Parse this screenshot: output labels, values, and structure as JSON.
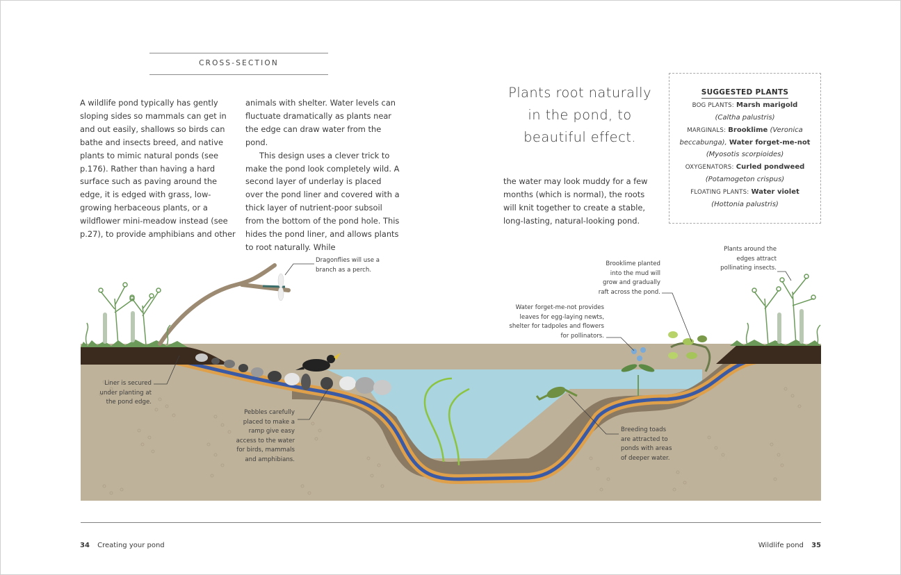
{
  "section_heading": "CROSS-SECTION",
  "body_left": {
    "col1": "A wildlife pond typically has gently sloping sides so mammals can get in and out easily, shallows so birds can bathe and insects breed, and native plants to mimic natural ponds (see p.176). Rather than having a hard surface such as paving around the edge, it is edged with grass, low-growing herbaceous plants, or a wildflower mini-meadow instead (see p.27), to provide amphibians and other",
    "col2_p1": "animals with shelter. Water levels can fluctuate dramatically as plants near the edge can draw water from the pond.",
    "col2_p2": "This design uses a clever trick to make the pond look completely wild. A second layer of underlay is placed over the pond liner and covered with a thick layer of nutrient-poor subsoil from the bottom of the pond hole. This hides the pond liner, and allows plants to root naturally. While"
  },
  "body_right": {
    "col3": "the water may look muddy for a few months (which is normal), the roots will knit together to create a stable, long-lasting, natural-looking pond."
  },
  "pull_quote": {
    "line1": "Plants root naturally",
    "line2": "in the pond, to",
    "line3": "beautiful effect."
  },
  "suggested_plants": {
    "title": "SUGGESTED PLANTS",
    "bog": {
      "category": "BOG PLANTS:",
      "name": "Marsh marigold",
      "latin": "(Caltha palustris)"
    },
    "marginals": {
      "category": "MARGINALS:",
      "name1": "Brooklime",
      "latin1a": "(Veronica",
      "latin1b": "beccabunga),",
      "name2": "Water forget-me-not",
      "latin2": "(Myosotis scorpioides)"
    },
    "oxygenators": {
      "category": "OXYGENATORS:",
      "name": "Curled pondweed",
      "latin": "(Potamogeton crispus)"
    },
    "floating": {
      "category": "FLOATING PLANTS:",
      "name": "Water violet",
      "latin": "(Hottonia palustris)"
    }
  },
  "callouts": {
    "dragonflies": [
      "Dragonflies will use a",
      "branch as a perch."
    ],
    "liner": [
      "Liner is secured",
      "under planting at",
      "the pond edge."
    ],
    "pebbles": [
      "Pebbles carefully",
      "placed to make a",
      "ramp give easy",
      "access to the water",
      "for birds, mammals",
      "and amphibians."
    ],
    "forget_me_not": [
      "Water forget-me-not provides",
      "leaves for egg-laying newts,",
      "shelter for tadpoles and flowers",
      "for pollinators."
    ],
    "brooklime": [
      "Brooklime planted",
      "into the mud will",
      "grow and gradually",
      "raft across the pond."
    ],
    "edges": [
      "Plants around the",
      "edges attract",
      "pollinating insects."
    ],
    "toads": [
      "Breeding toads",
      "are attracted to",
      "ponds with areas",
      "of deeper water."
    ]
  },
  "colors": {
    "water": "#a9d4e0",
    "subsoil": "#bfb29a",
    "mud_layer": "#8a7a64",
    "topsoil": "#3b2a1e",
    "liner_orange": "#dea04a",
    "liner_blue": "#3a5aa6",
    "grass": "#6b9a5a",
    "plant_green": "#8cc43f"
  },
  "footer": {
    "left_page_number": "34",
    "left_title": "Creating your pond",
    "right_title": "Wildlife pond",
    "right_page_number": "35"
  }
}
